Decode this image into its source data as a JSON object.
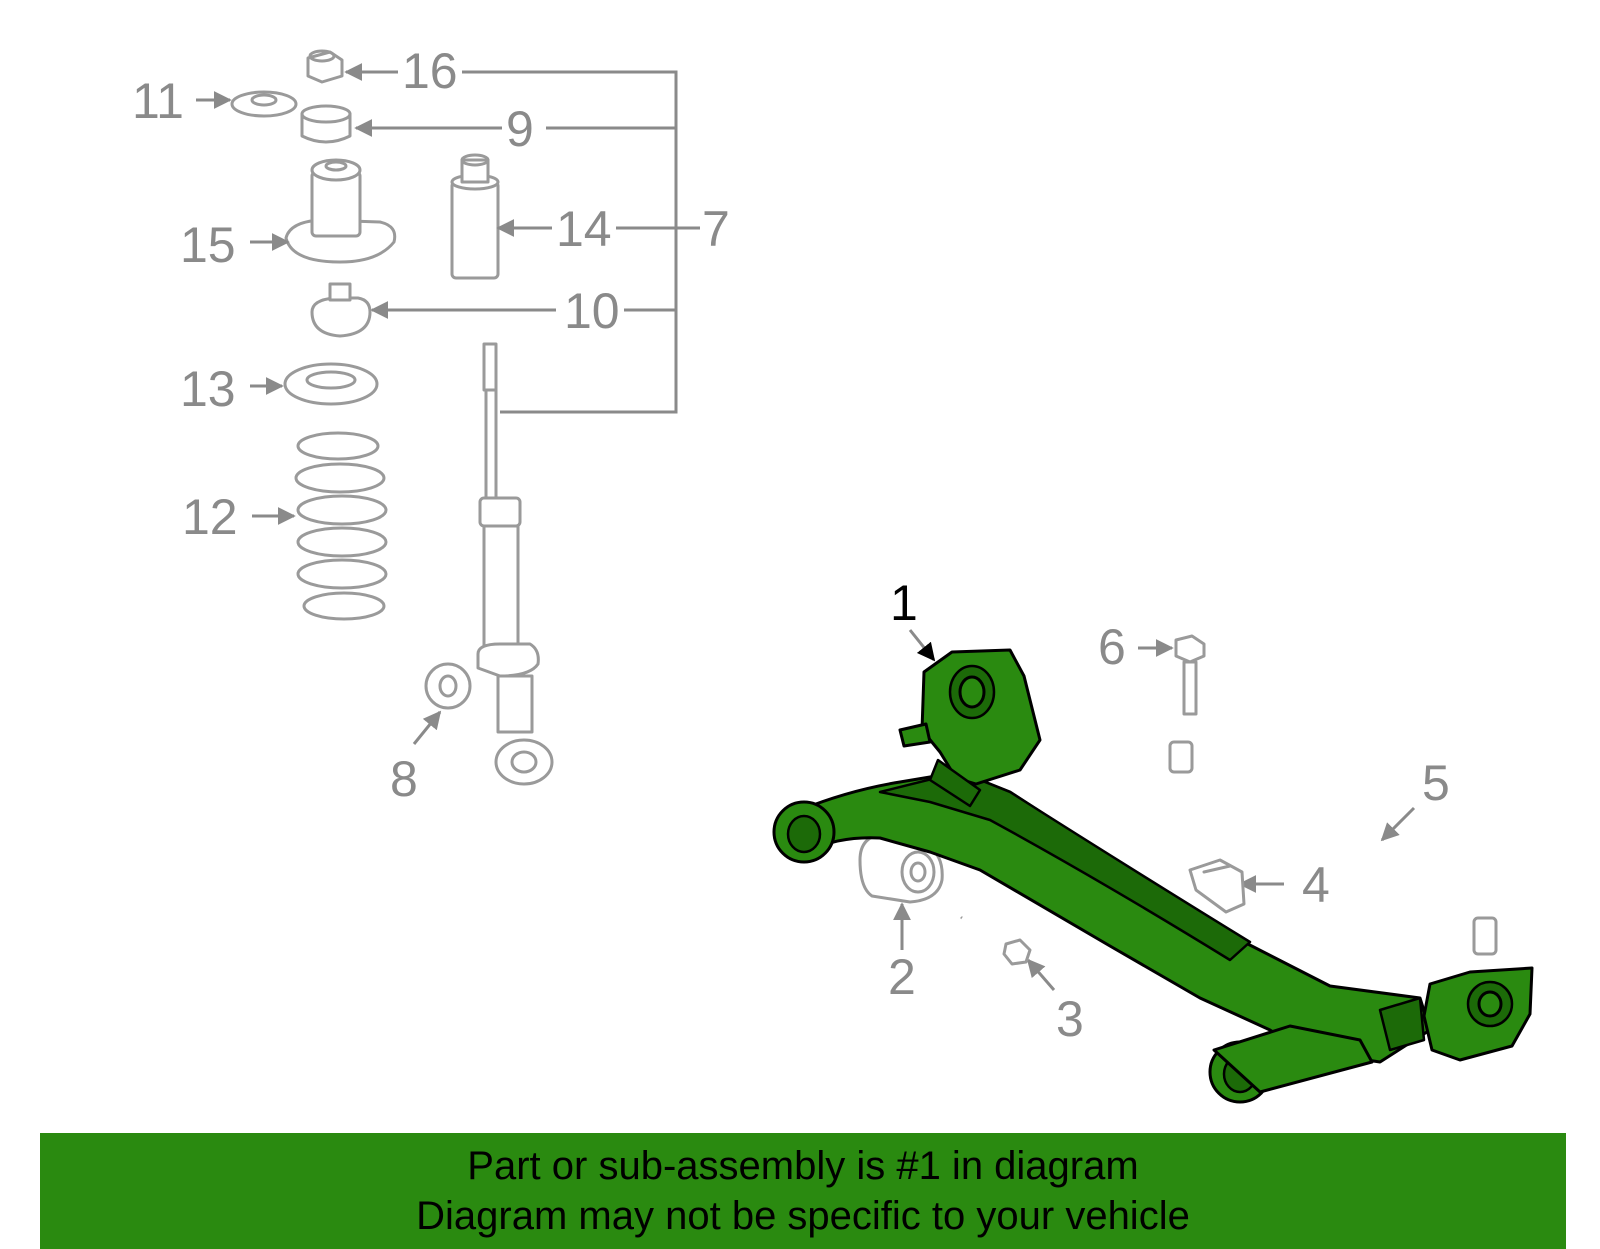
{
  "diagram": {
    "callouts": [
      {
        "id": "16",
        "label": "16"
      },
      {
        "id": "11",
        "label": "11"
      },
      {
        "id": "9",
        "label": "9"
      },
      {
        "id": "15",
        "label": "15"
      },
      {
        "id": "14",
        "label": "14"
      },
      {
        "id": "7",
        "label": "7"
      },
      {
        "id": "10",
        "label": "10"
      },
      {
        "id": "13",
        "label": "13"
      },
      {
        "id": "12",
        "label": "12"
      },
      {
        "id": "8",
        "label": "8"
      },
      {
        "id": "1",
        "label": "1"
      },
      {
        "id": "6",
        "label": "6"
      },
      {
        "id": "5",
        "label": "5"
      },
      {
        "id": "4",
        "label": "4"
      },
      {
        "id": "2",
        "label": "2"
      },
      {
        "id": "3",
        "label": "3"
      }
    ],
    "highlighted_part": "1",
    "colors": {
      "highlight": "#2a8a10",
      "line": "#9a9a9a",
      "callout": "#8a8a8a"
    }
  },
  "banner": {
    "line1": "Part or sub-assembly is #1 in diagram",
    "line2": "Diagram may not be specific to your vehicle"
  }
}
